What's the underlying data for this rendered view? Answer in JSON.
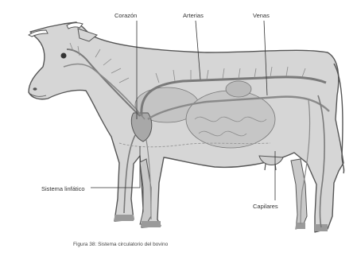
{
  "diagram": {
    "labels": {
      "heart": "Corazón",
      "arteries": "Arterias",
      "veins": "Venas",
      "lymphatic": "Sistema linfático",
      "capillaries": "Capilares"
    },
    "caption": "Figura 38: Sistema circulatorio del bovino"
  },
  "colors": {
    "body_fill": "#d6d6d6",
    "outline": "#555555",
    "organs": "#bcbcbc",
    "vessels": "#7a7a7a"
  }
}
